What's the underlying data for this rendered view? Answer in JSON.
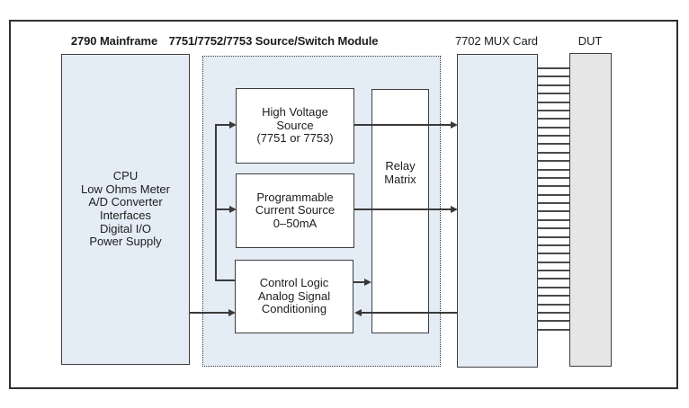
{
  "colors": {
    "panel_fill": "#e4edf6",
    "dut_fill": "#e6e6e6",
    "box_border": "#3e3e3e",
    "frame_border": "#2f2f2f",
    "connector_line": "#3a3a3a",
    "text": "#1c1c1c",
    "background": "#ffffff"
  },
  "headers": {
    "mainframe": "2790 Mainframe",
    "source_switch_module": "7751/7752/7753 Source/Switch Module",
    "mux_card": "7702 MUX Card",
    "dut": "DUT"
  },
  "mainframe": {
    "contents": [
      "CPU",
      "Low Ohms Meter",
      "A/D Converter",
      "Interfaces",
      "Digital I/O",
      "Power Supply"
    ]
  },
  "module": {
    "high_voltage_source": {
      "lines": [
        "High Voltage",
        "Source",
        "(7751 or 7753)"
      ]
    },
    "programmable_current_source": {
      "lines": [
        "Programmable",
        "Current Source",
        "0–50mA"
      ]
    },
    "control_logic": {
      "lines": [
        "Control Logic",
        "Analog Signal",
        "Conditioning"
      ]
    },
    "relay_matrix": {
      "lines": [
        "Relay",
        "Matrix"
      ]
    }
  },
  "wiring": {
    "wire_count": 32,
    "between": [
      "7702 MUX Card",
      "DUT"
    ]
  },
  "connections": [
    {
      "from": "2790 Mainframe",
      "to": "Control Logic / Analog Signal Conditioning",
      "direction": "right"
    },
    {
      "from": "Control Logic branch",
      "to": "High Voltage Source (7751 or 7753)",
      "direction": "right"
    },
    {
      "from": "Control Logic branch",
      "to": "Programmable Current Source 0–50mA",
      "direction": "right"
    },
    {
      "from": "High Voltage Source",
      "to": "7702 MUX Card",
      "direction": "right"
    },
    {
      "from": "Programmable Current Source",
      "to": "7702 MUX Card",
      "direction": "right"
    },
    {
      "from": "Control Logic",
      "to": "Relay Matrix",
      "direction": "right"
    },
    {
      "from": "7702 MUX Card",
      "to": "Control Logic",
      "direction": "left"
    }
  ]
}
